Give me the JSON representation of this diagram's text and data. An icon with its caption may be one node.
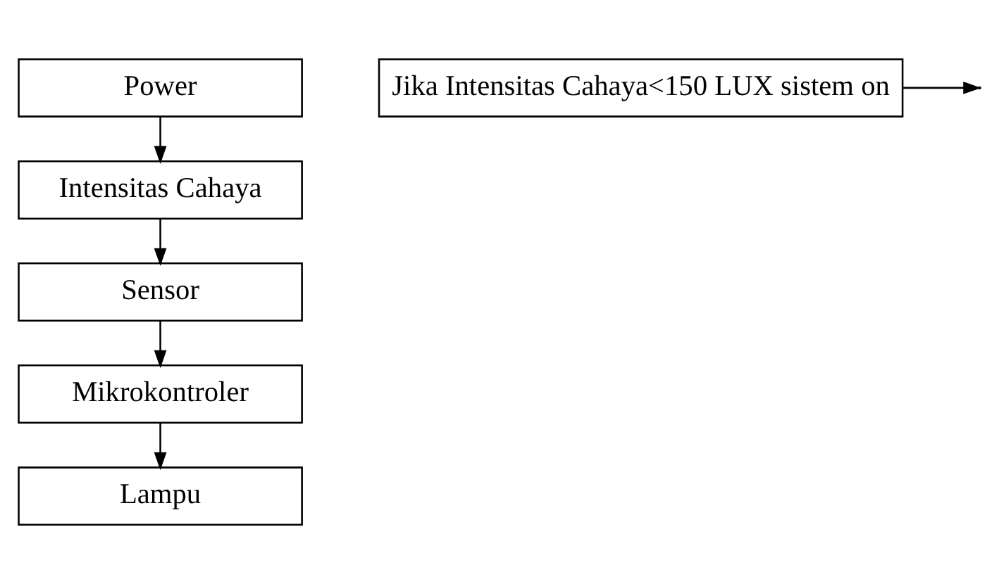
{
  "diagram": {
    "nodes": [
      {
        "text": [
          "Power"
        ]
      },
      {
        "text": [
          "Intensitas Cahaya"
        ]
      },
      {
        "text": [
          "Sensor"
        ]
      },
      {
        "text": [
          "Mikrokontroler"
        ]
      },
      {
        "text": [
          "Lampu"
        ]
      },
      {
        "text": [
          "Jika Intensitas Cahaya<150 LUX sistem on"
        ]
      }
    ],
    "edges": [
      {
        "from": 0,
        "to": 1,
        "arrow": "to"
      },
      {
        "from": 1,
        "to": 2,
        "arrow": "to"
      },
      {
        "from": 2,
        "to": 3,
        "arrow": "to"
      },
      {
        "from": 3,
        "to": 4,
        "arrow": "to"
      },
      {
        "from": 5,
        "to": null,
        "arrow": "to"
      }
    ]
  }
}
